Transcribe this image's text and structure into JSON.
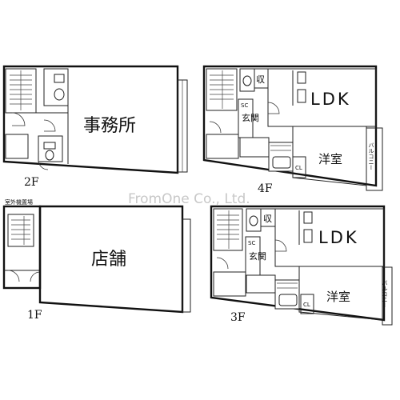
{
  "floors": {
    "f2": {
      "label": "2F",
      "room": "事務所"
    },
    "f1": {
      "label": "1F",
      "room": "店舗",
      "exterior_unit": "室外機置場"
    },
    "f4": {
      "label": "4F",
      "ldk": "LDK",
      "western": "洋室",
      "genkan": "玄関",
      "sc": "SC",
      "storage": "収",
      "cl": "CL",
      "balcony": "バルコニー"
    },
    "f3": {
      "label": "3F",
      "ldk": "LDK",
      "western": "洋室",
      "genkan": "玄関",
      "sc": "SC",
      "storage": "収",
      "cl": "CL",
      "balcony": "バルコニー"
    }
  },
  "watermark": "FromOne Co., Ltd."
}
